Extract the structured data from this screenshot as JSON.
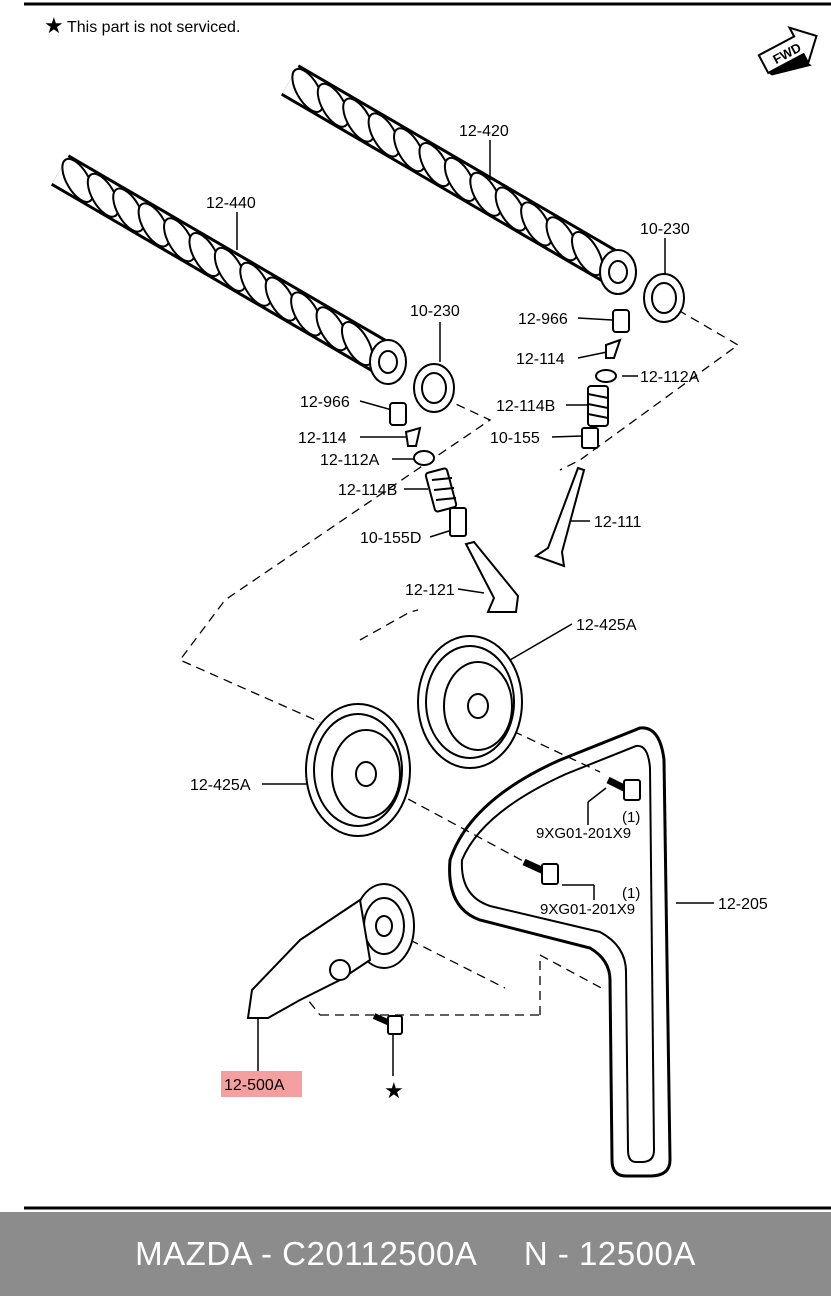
{
  "note": {
    "text": "This part is not serviced."
  },
  "fwd_label": "FWD",
  "labels": {
    "camshaft_upper": "12-420",
    "camshaft_lower": "12-440",
    "seal_right": "10-230",
    "seal_left": "10-230",
    "tappet_right": "12-966",
    "tappet_left": "12-966",
    "keeper_right": "12-114",
    "keeper_left": "12-114",
    "retainer_right": "12-112A",
    "retainer_left": "12-112A",
    "spring_right": "12-114B",
    "spring_left": "12-114B",
    "stemseal_right": "10-155",
    "stemseal_left": "10-155D",
    "valve_exhaust": "12-111",
    "valve_intake": "12-121",
    "pulley_right": "12-425A",
    "pulley_left": "12-425A",
    "bolt_upper": "9XG01-201X9",
    "bolt_upper_qty": "(1)",
    "bolt_lower": "9XG01-201X9",
    "bolt_lower_qty": "(1)",
    "timing_belt": "12-205",
    "tensioner": "12-500A"
  },
  "colors": {
    "highlight": "#f4a0a0",
    "footer_bg": "#8c8c8c"
  },
  "footer": {
    "text": "MAZDA - C20112500A     N - 12500A"
  }
}
